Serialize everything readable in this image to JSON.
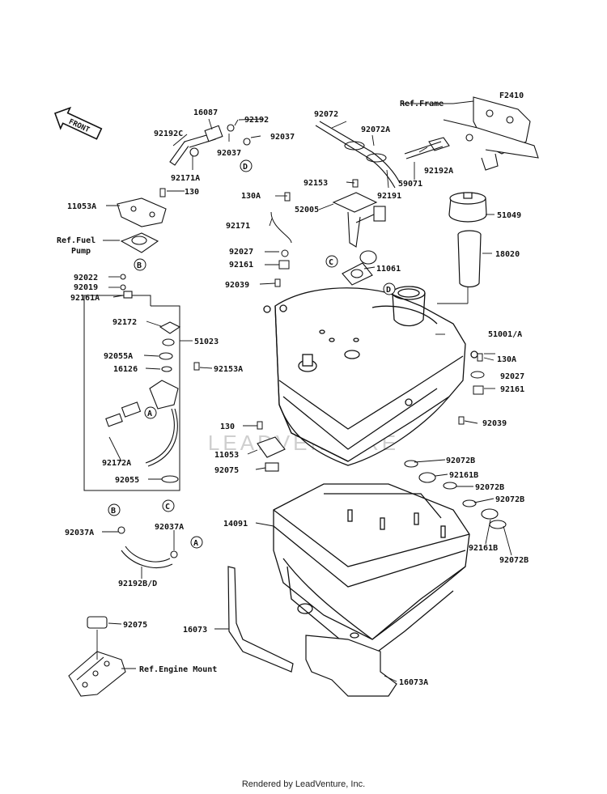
{
  "figure_code": "F2410",
  "front_label": "FRONT",
  "watermark": "LEADVENTURE",
  "footer": "Rendered by LeadVenture, Inc.",
  "refs": {
    "frame": "Ref.Frame",
    "fuel_pump_1": "Ref.Fuel",
    "fuel_pump_2": "Pump",
    "engine_mount": "Ref.Engine Mount"
  },
  "callouts": {
    "A": "A",
    "B": "B",
    "C": "C",
    "D": "D"
  },
  "parts": {
    "p16087": "16087",
    "p92192": "92192",
    "p92037_top": "92037",
    "p92037_top2": "92037",
    "p92192C": "92192C",
    "p92171A": "92171A",
    "p92072": "92072",
    "p92072A": "92072A",
    "p59071": "59071",
    "p92192A": "92192A",
    "p92191": "92191",
    "p92153_top": "92153",
    "p52005": "52005",
    "p130_top": "130",
    "p11053A": "11053A",
    "p130A_top": "130A",
    "p92171": "92171",
    "p92027_left": "92027",
    "p92161_left": "92161",
    "p92039_left": "92039",
    "p11061": "11061",
    "p51049": "51049",
    "p18020": "18020",
    "p92022": "92022",
    "p92019": "92019",
    "p92161A": "92161A",
    "p92172": "92172",
    "p51023": "51023",
    "p92055A": "92055A",
    "p16126": "16126",
    "p92153A": "92153A",
    "p92172A": "92172A",
    "p92055": "92055",
    "p51001A": "51001/A",
    "p130A_right": "130A",
    "p92027_right": "92027",
    "p92161_right": "92161",
    "p92039_right": "92039",
    "p130_mid": "130",
    "p11053": "11053",
    "p92075_mid": "92075",
    "p92072B_1": "92072B",
    "p92161B_1": "92161B",
    "p92072B_2": "92072B",
    "p92072B_3": "92072B",
    "p14091": "14091",
    "p92161B_2": "92161B",
    "p92072B_4": "92072B",
    "p92037A_left": "92037A",
    "p92037A_right": "92037A",
    "p92192BD": "92192B/D",
    "p92075_low": "92075",
    "p16073": "16073",
    "p16073A": "16073A"
  }
}
